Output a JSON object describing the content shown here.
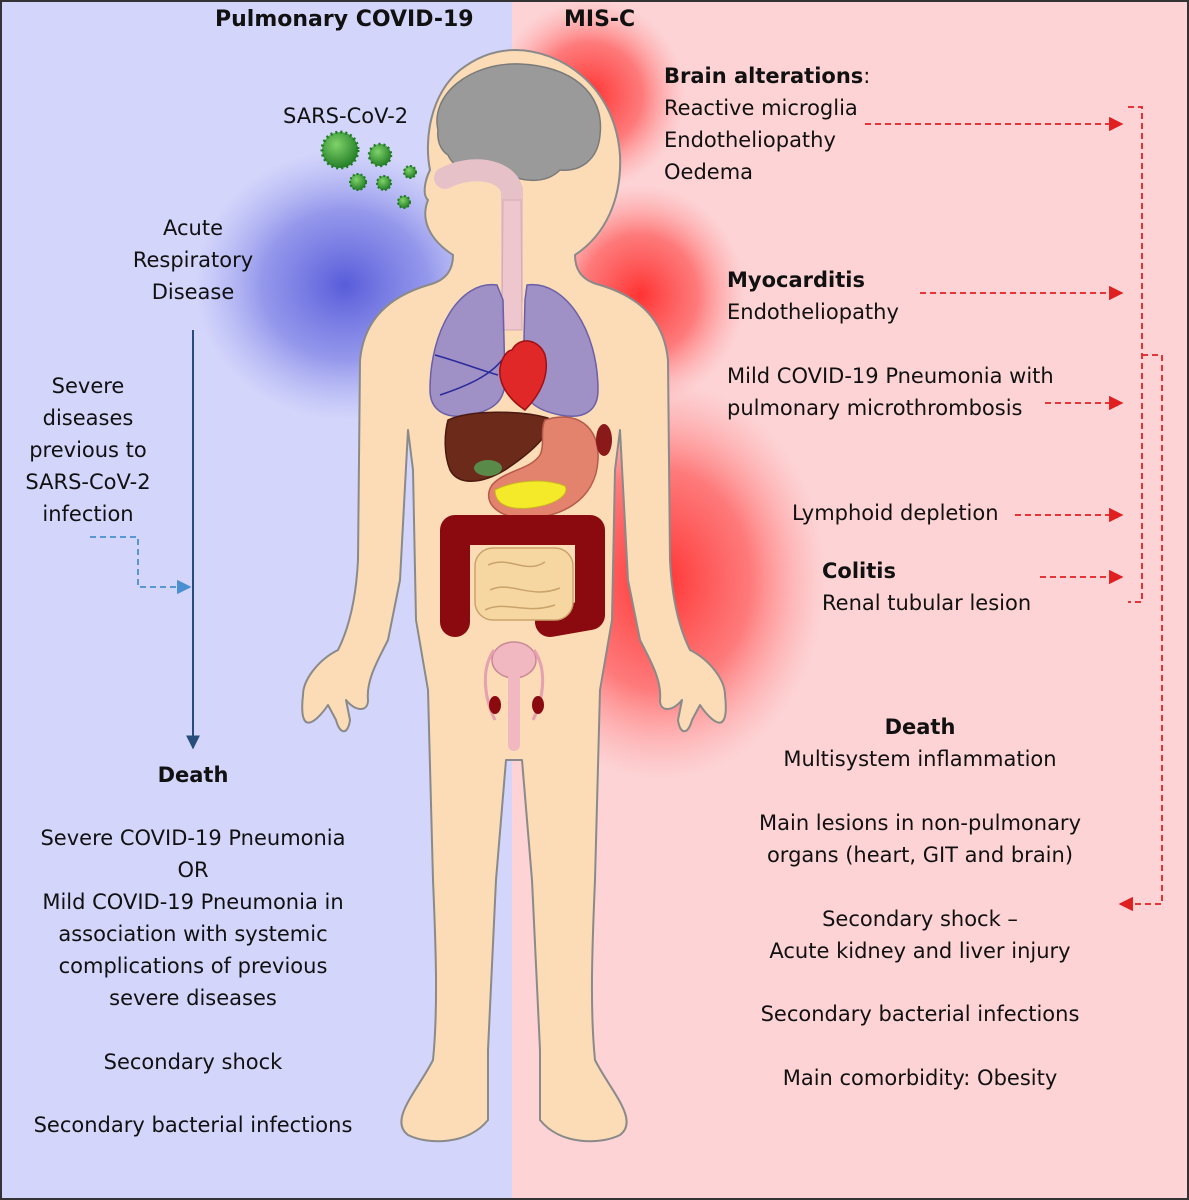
{
  "headers": {
    "left": "Pulmonary COVID-19",
    "right": "MIS-C"
  },
  "left": {
    "virus_label": "SARS-CoV-2",
    "acute": [
      "Acute",
      "Respiratory",
      "Disease"
    ],
    "severe": [
      "Severe",
      "diseases",
      "previous to",
      "SARS-CoV-2",
      "infection"
    ],
    "death_title": "Death",
    "death_lines": [
      "Severe COVID-19 Pneumonia",
      "OR",
      "Mild COVID-19 Pneumonia in",
      "association with systemic",
      "complications of previous",
      "severe diseases"
    ],
    "shock": "Secondary  shock",
    "infections": "Secondary bacterial infections"
  },
  "right": {
    "brain_title": "Brain alterations",
    "brain_colon": ":",
    "brain_items": [
      "Reactive microglia",
      "Endotheliopathy",
      "Oedema"
    ],
    "myocarditis_title": "Myocarditis",
    "myocarditis_item": "Endotheliopathy",
    "pneumonia": [
      "Mild COVID-19 Pneumonia with",
      "pulmonary microthrombosis"
    ],
    "lymphoid": "Lymphoid depletion",
    "colitis_title": "Colitis",
    "colitis_item": "Renal tubular lesion",
    "death_title": "Death",
    "death_sub": "Multisystem inflammation",
    "lesions": [
      "Main  lesions in non-pulmonary",
      "organs (heart, GIT and brain)"
    ],
    "shock": [
      "Secondary  shock –",
      "Acute kidney and liver injury"
    ],
    "infections": "Secondary bacterial infections",
    "comorbidity": "Main comorbidity: Obesity"
  },
  "colors": {
    "left_bg": "#d3d5fb",
    "right_bg": "#fdd3d5",
    "skin": "#fbdcb6",
    "outline": "#888888",
    "red_arrow": "#e02020",
    "blue_arrow": "#274e7a",
    "dashed_blue": "#4a8fd0",
    "virus": "#2e9a2e"
  }
}
